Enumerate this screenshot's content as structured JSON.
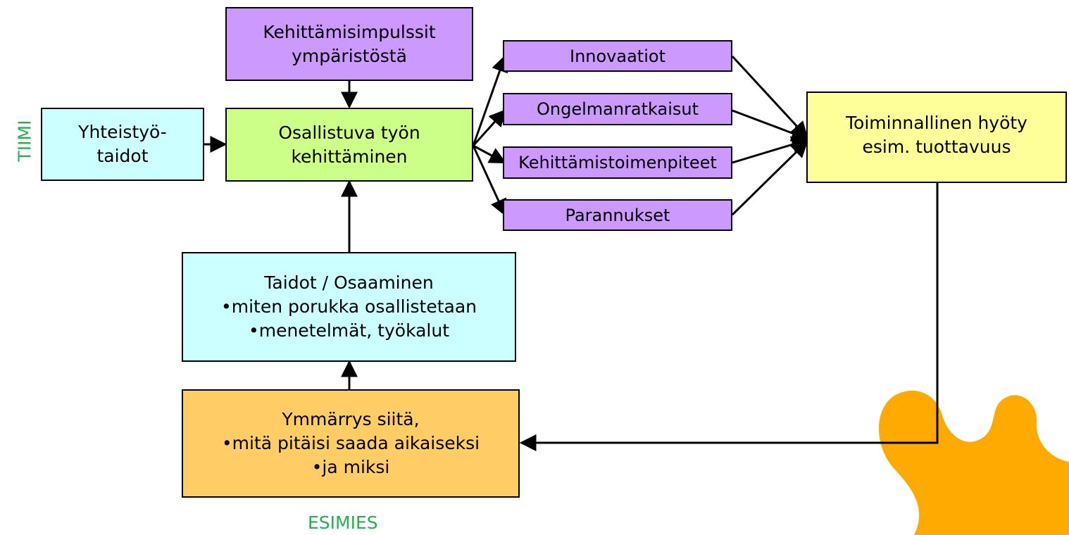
{
  "colors": {
    "purple": "#cc99ff",
    "green": "#ccff88",
    "cyan": "#ccffff",
    "yellow": "#ffff99",
    "orange": "#ffcc66",
    "label_green": "#22b14c",
    "blob": "#ffaa00"
  },
  "labels": {
    "team": "TIIMI",
    "supervisor": "ESIMIES"
  },
  "nodes": {
    "impulses": {
      "line1": "Kehittämisimpulssit",
      "line2": "ympäristöstä"
    },
    "collaboration": {
      "line1": "Yhteistyö-",
      "line2": "taidot"
    },
    "participatory": {
      "line1": "Osallistuva työn",
      "line2": "kehittäminen"
    },
    "innovations": {
      "text": "Innovaatiot"
    },
    "problem_solving": {
      "text": "Ongelmanratkaisut"
    },
    "development_actions": {
      "text": "Kehittämistoimenpiteet"
    },
    "improvements": {
      "text": "Parannukset"
    },
    "benefit": {
      "line1": "Toiminnallinen hyöty",
      "line2": "esim. tuottavuus"
    },
    "skills": {
      "line1": "Taidot / Osaaminen",
      "line2": "•miten porukka osallistetaan",
      "line3": "•menetelmät, työkalut"
    },
    "understanding": {
      "line1": "Ymmärrys siitä,",
      "line2": "•mitä pitäisi saada aikaiseksi",
      "line3": "•ja miksi"
    }
  }
}
